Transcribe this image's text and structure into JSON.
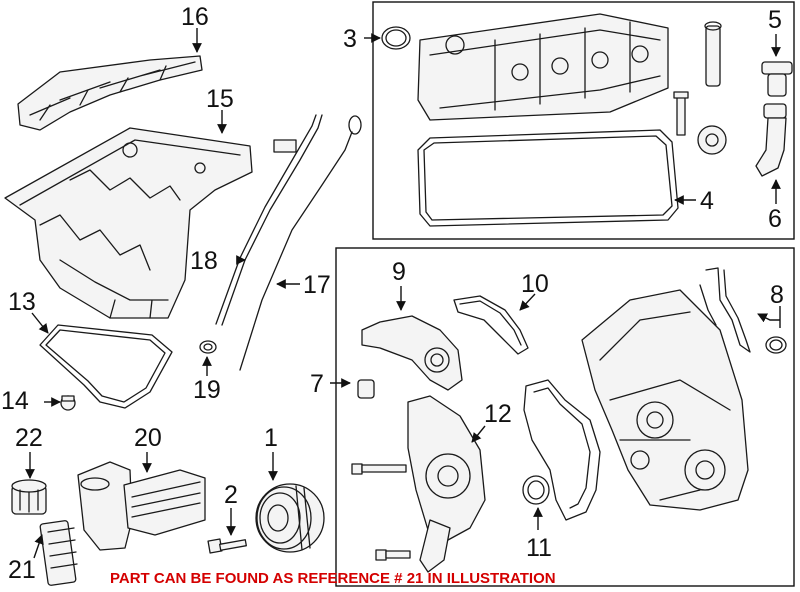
{
  "callouts": {
    "c1": "1",
    "c2": "2",
    "c3": "3",
    "c4": "4",
    "c5": "5",
    "c6": "6",
    "c7": "7",
    "c8": "8",
    "c9": "9",
    "c10": "10",
    "c11": "11",
    "c12": "12",
    "c13": "13",
    "c14": "14",
    "c15": "15",
    "c16": "16",
    "c17": "17",
    "c18": "18",
    "c19": "19",
    "c20": "20",
    "c21": "21",
    "c22": "22"
  },
  "notice": "PART CAN BE FOUND AS REFERENCE # 21 IN ILLUSTRATION",
  "colors": {
    "notice": "#d40000",
    "line": "#1a1a1a",
    "background": "#ffffff"
  }
}
